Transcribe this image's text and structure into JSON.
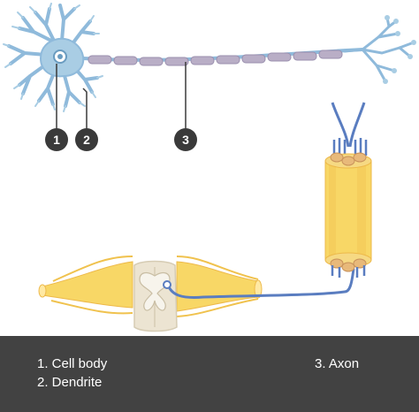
{
  "diagram": {
    "markers": [
      {
        "number": "1",
        "target": "cell body"
      },
      {
        "number": "2",
        "target": "dendrite"
      },
      {
        "number": "3",
        "target": "axon"
      }
    ]
  },
  "legend": {
    "items": [
      {
        "text": "1. Cell body"
      },
      {
        "text": "2. Dendrite"
      },
      {
        "text": "3. Axon"
      }
    ]
  },
  "colors": {
    "neuron_fill": "#a9cde4",
    "neuron_outline": "#6a9cc0",
    "myelin": "#b4a9bf",
    "nerve_yellow": "#f8d766",
    "nerve_orange": "#edb94a",
    "spinal_cord": "#ece4d2",
    "axon_blue": "#5a7dc0",
    "marker": "#3a3a3a",
    "legend_bg": "#424242"
  }
}
